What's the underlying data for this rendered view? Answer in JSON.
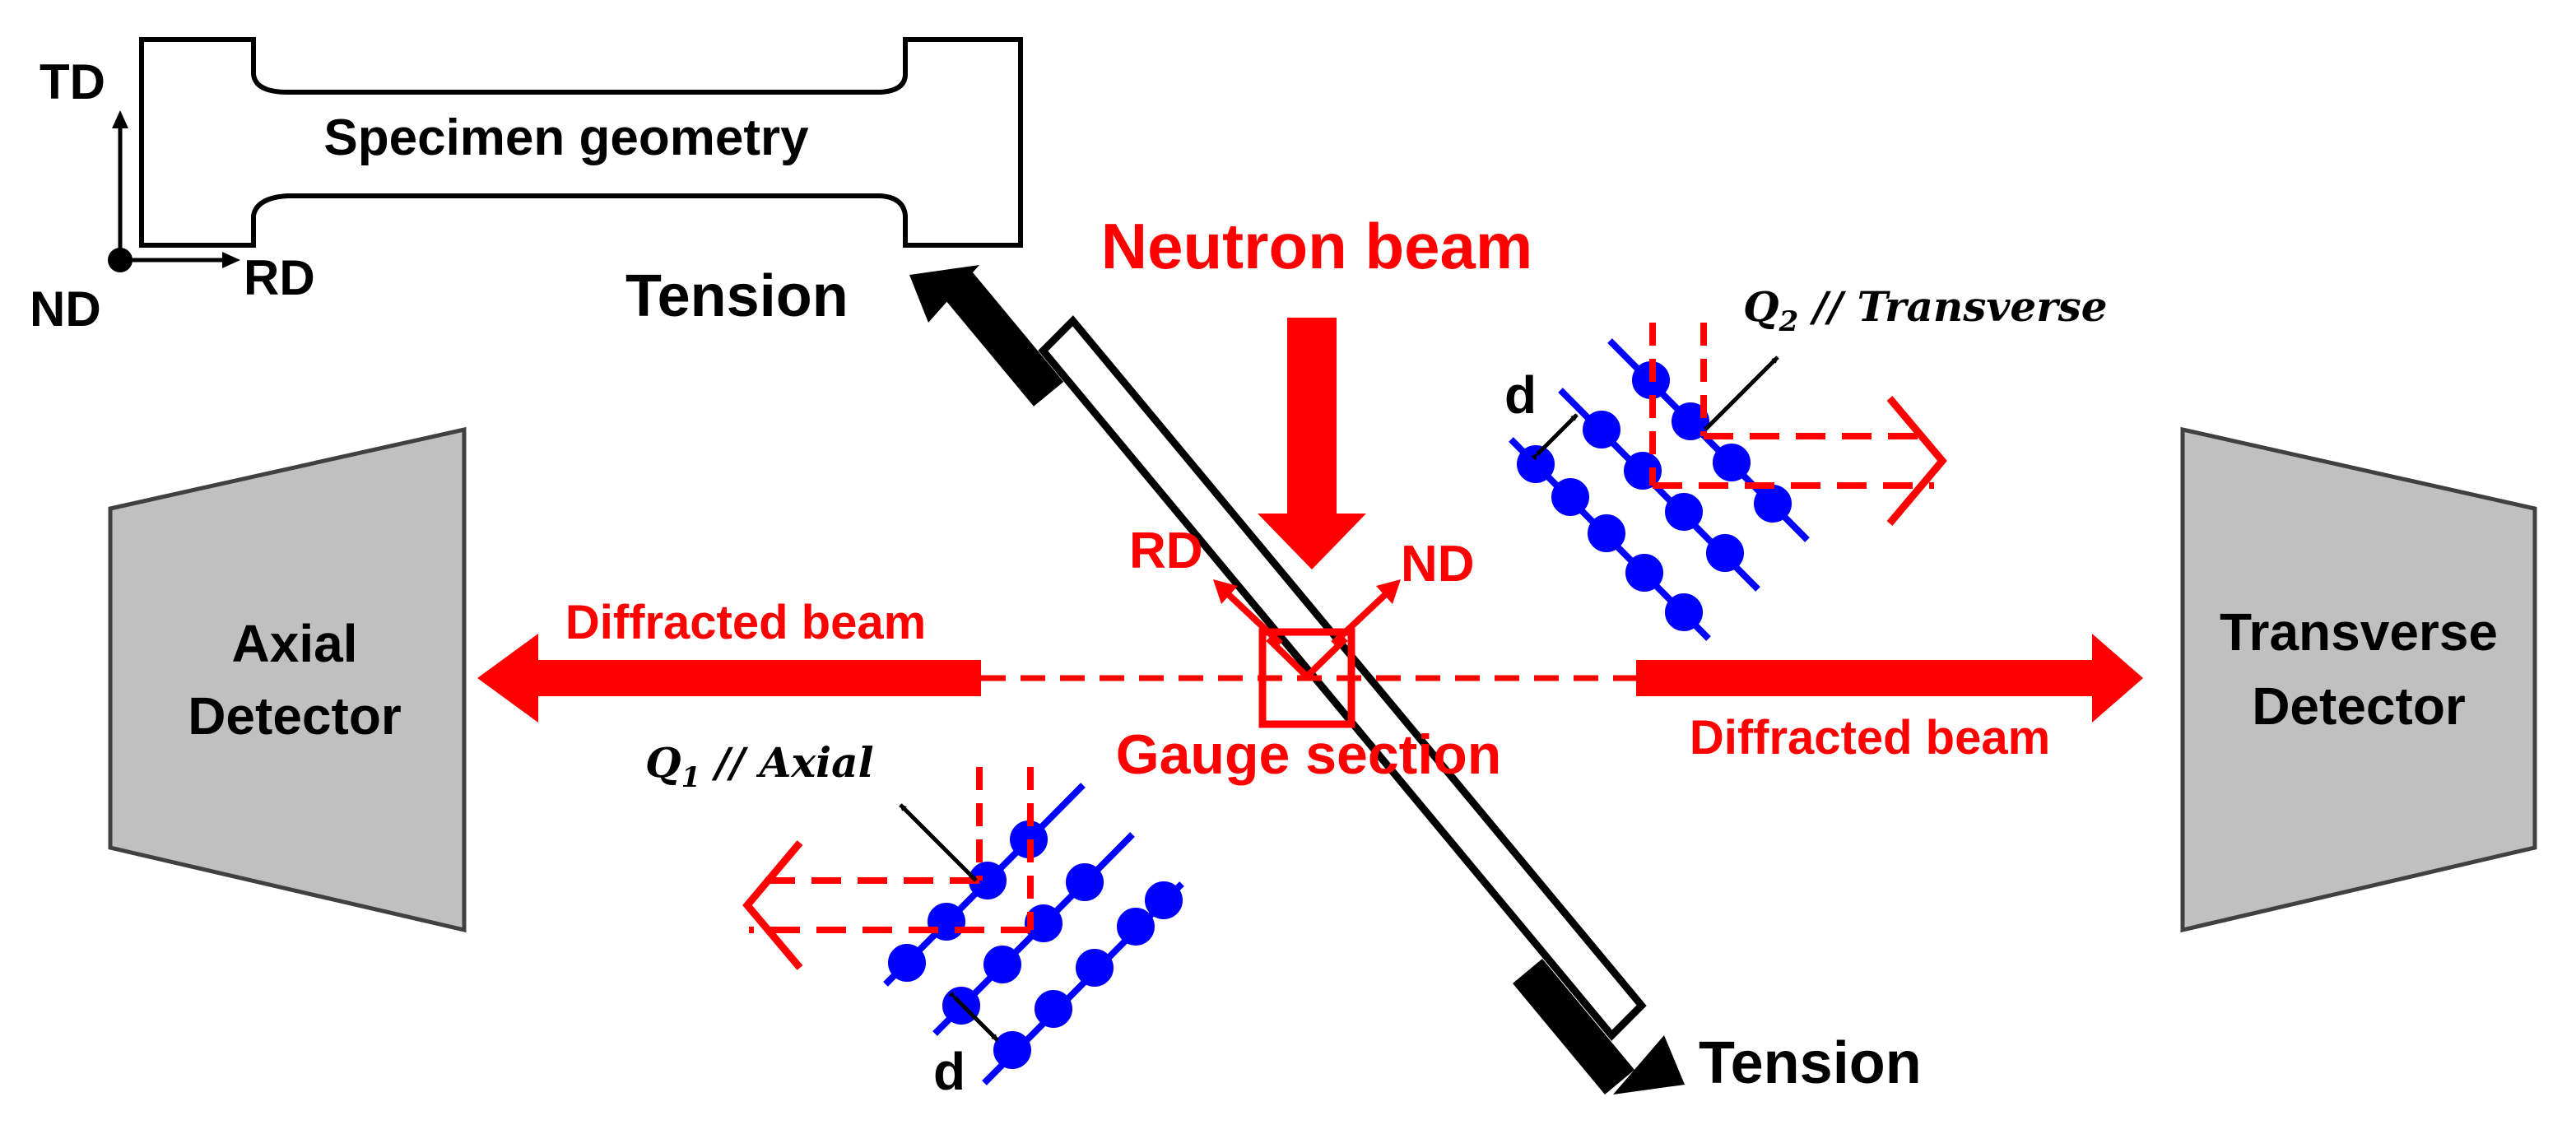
{
  "specimen": {
    "title": "Specimen geometry",
    "axes": {
      "td": "TD",
      "nd": "ND",
      "rd": "RD"
    }
  },
  "labels": {
    "neutron_beam": "Neutron beam",
    "tension_top": "Tension",
    "tension_bottom": "Tension",
    "gauge_section": "Gauge section",
    "rd": "RD",
    "nd": "ND",
    "diffracted_beam_left": "Diffracted beam",
    "diffracted_beam_right": "Diffracted beam"
  },
  "detectors": {
    "axial": {
      "line1": "Axial",
      "line2": "Detector"
    },
    "transverse": {
      "line1": "Transverse",
      "line2": "Detector"
    }
  },
  "lattice": {
    "transverse": {
      "q": "Q",
      "q_sub": "2",
      "rest": " // Transverse",
      "d": "d"
    },
    "axial": {
      "q": "Q",
      "q_sub": "1",
      "rest": " // Axial",
      "d": "d"
    }
  },
  "colors": {
    "red": "#ff0000",
    "blue": "#0000ff",
    "black": "#000000",
    "detector_fill": "#c0c0c0",
    "detector_stroke": "#404040"
  }
}
